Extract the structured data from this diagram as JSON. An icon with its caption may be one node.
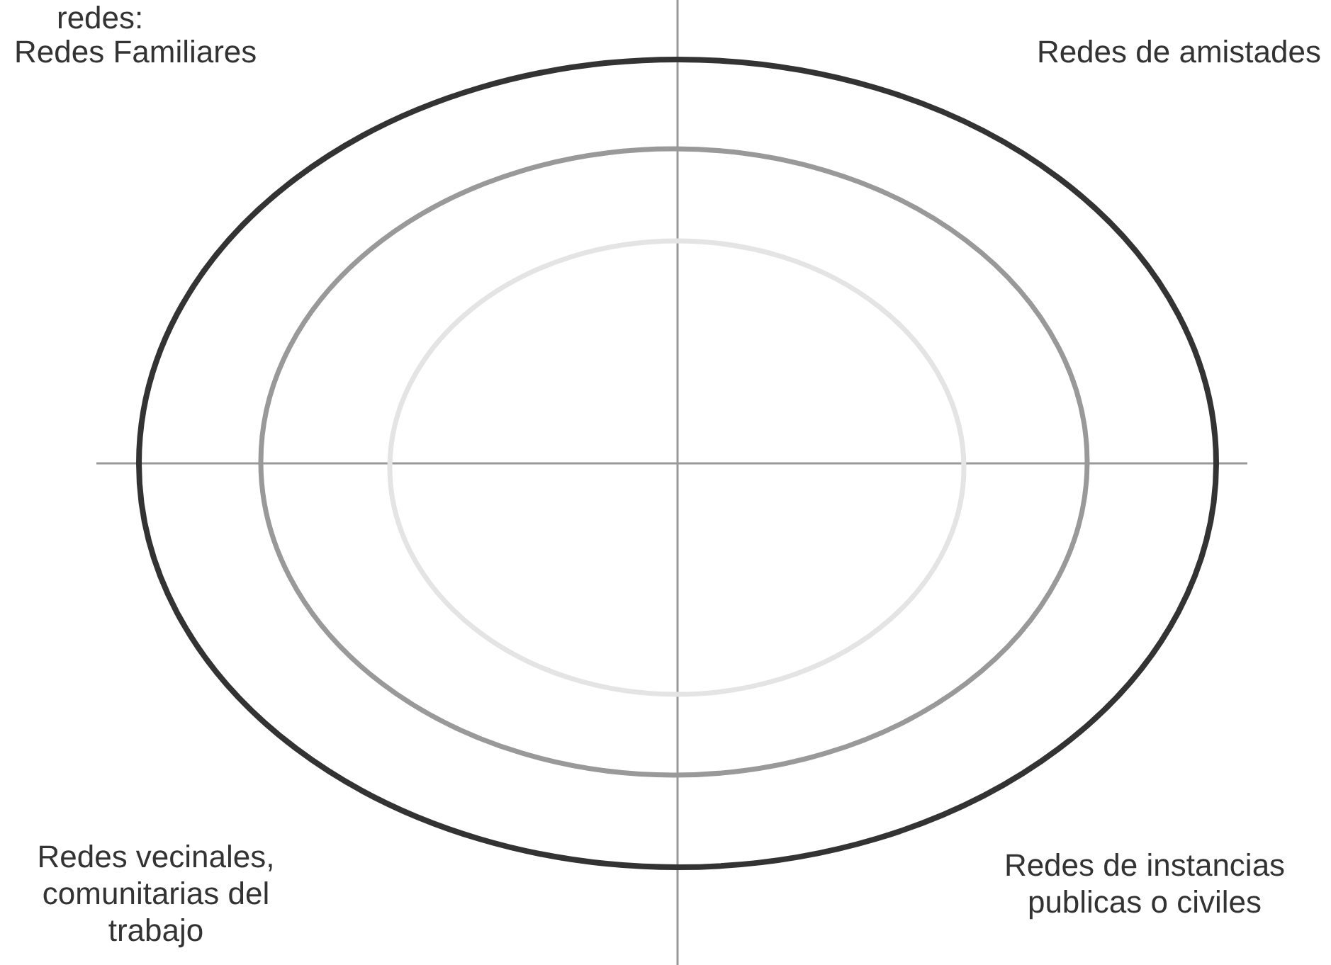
{
  "diagram": {
    "nodes": [
      {
        "text": [],
        "shape": "ellipse"
      },
      {
        "text": [],
        "shape": "ellipse",
        "in": 0
      },
      {
        "text": [],
        "shape": "ellipse",
        "in": 1
      }
    ],
    "labels": [
      "redes:",
      "Redes Familiares",
      "Redes de amistades",
      "Redes vecinales, comunitarias del trabajo",
      "Redes de instancias publicas o civiles"
    ]
  }
}
